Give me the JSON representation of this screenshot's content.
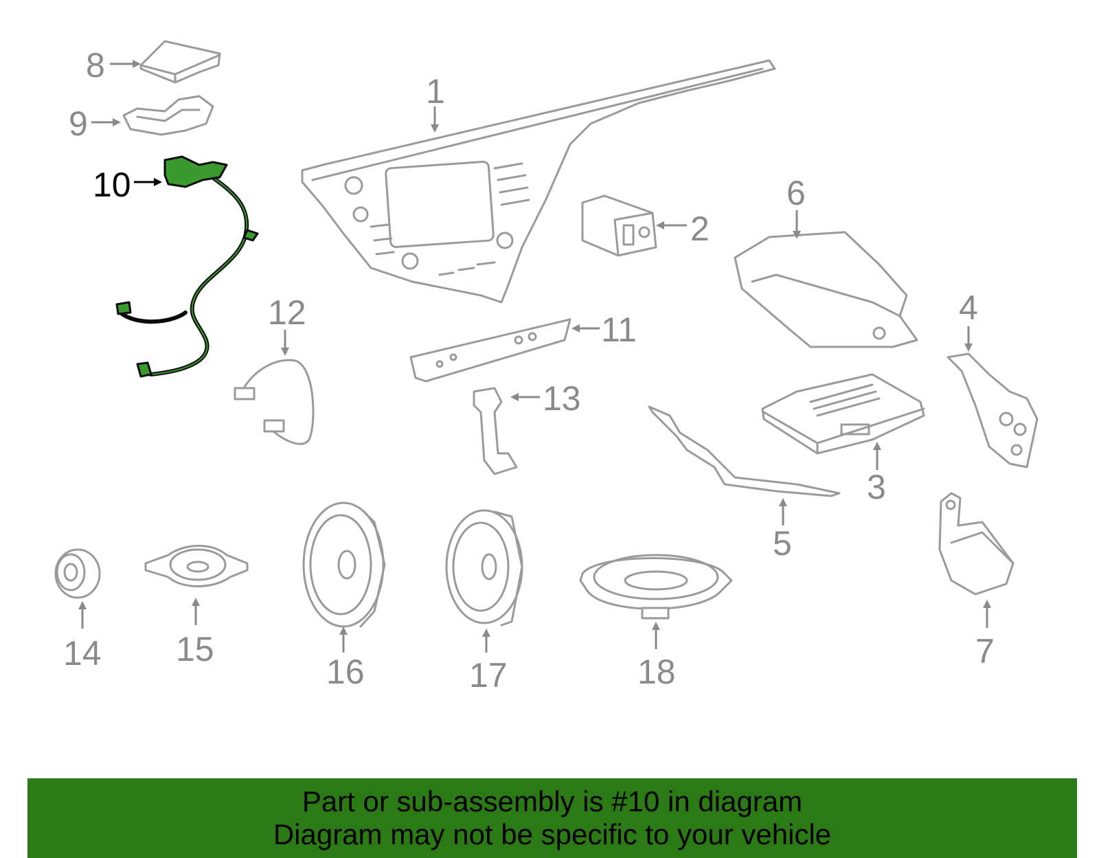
{
  "callouts": {
    "c1": "1",
    "c2": "2",
    "c3": "3",
    "c4": "4",
    "c5": "5",
    "c6": "6",
    "c7": "7",
    "c8": "8",
    "c9": "9",
    "c10": "10",
    "c11": "11",
    "c12": "12",
    "c13": "13",
    "c14": "14",
    "c15": "15",
    "c16": "16",
    "c17": "17",
    "c18": "18"
  },
  "highlight_part": "10",
  "colors": {
    "highlight": "#3a9a2e",
    "banner": "#2b7a16",
    "line_art": "#9a9a9a"
  },
  "banner": {
    "line1": "Part or sub-assembly is #10 in diagram",
    "line2": "Diagram may not be specific to your vehicle"
  }
}
